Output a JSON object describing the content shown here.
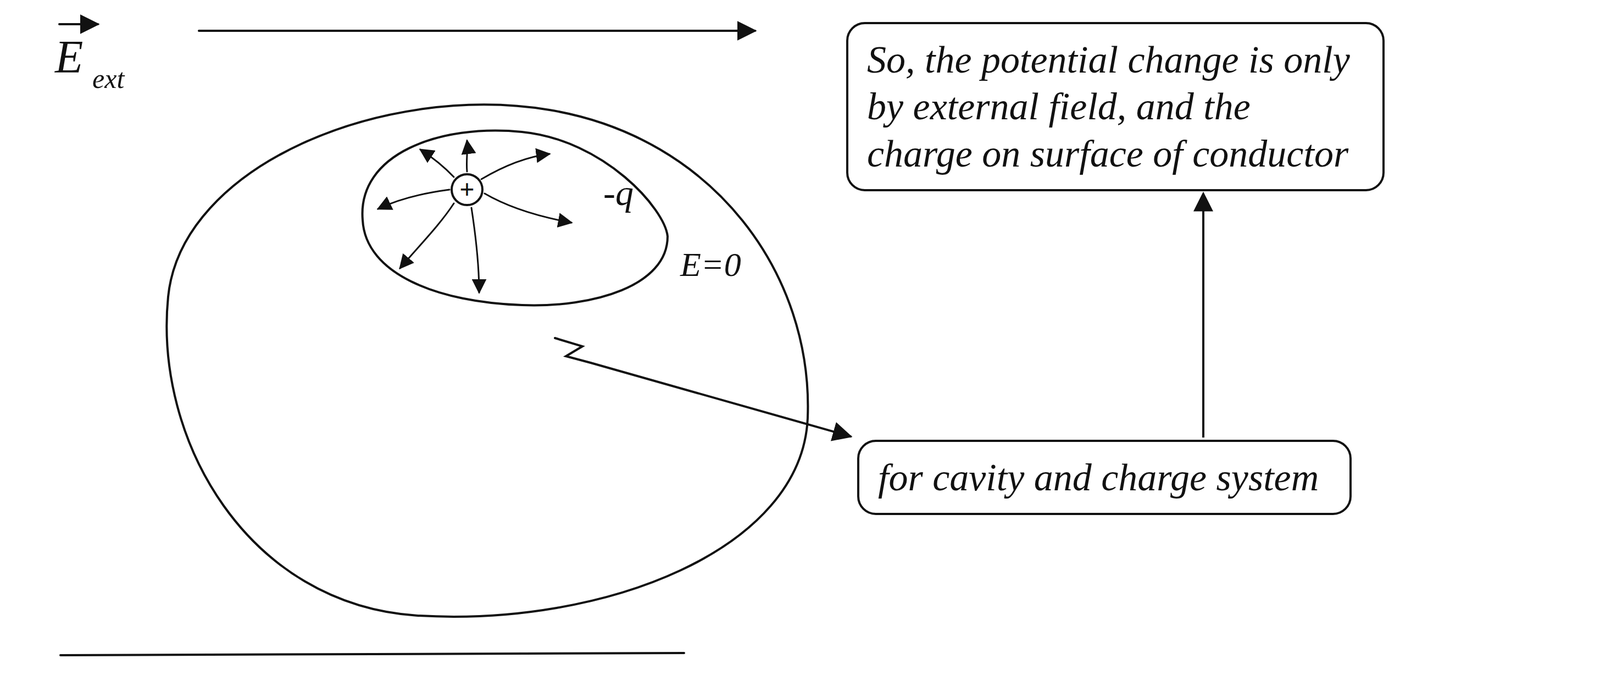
{
  "diagram": {
    "nodes": [
      {
        "text": [
          "So, the potential change is only by external field, and the charge on surface of conductor"
        ]
      },
      {
        "text": [
          "for cavity and charge system"
        ]
      },
      {
        "text": [
          "+"
        ]
      }
    ],
    "edges": [
      {
        "from": 1,
        "to": 0,
        "arrow": "to"
      }
    ],
    "labels": [
      "E",
      "ext",
      "-q",
      "E=0"
    ]
  }
}
